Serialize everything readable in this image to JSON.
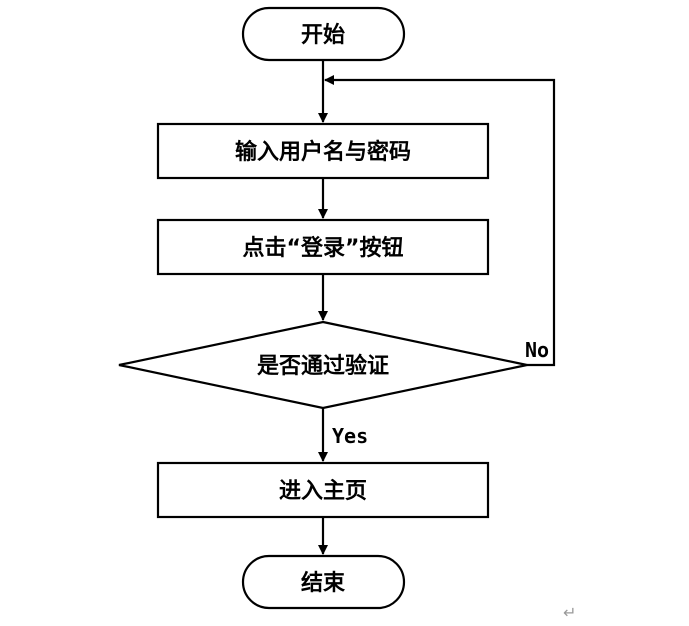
{
  "flowchart": {
    "start": "开始",
    "input_credentials": "输入用户名与密码",
    "click_login": "点击“登录”按钮",
    "verify_decision": "是否通过验证",
    "enter_home": "进入主页",
    "end": "结束"
  },
  "edges": {
    "no_label": "No",
    "yes_label": "Yes"
  },
  "paragraph_mark": "↵"
}
